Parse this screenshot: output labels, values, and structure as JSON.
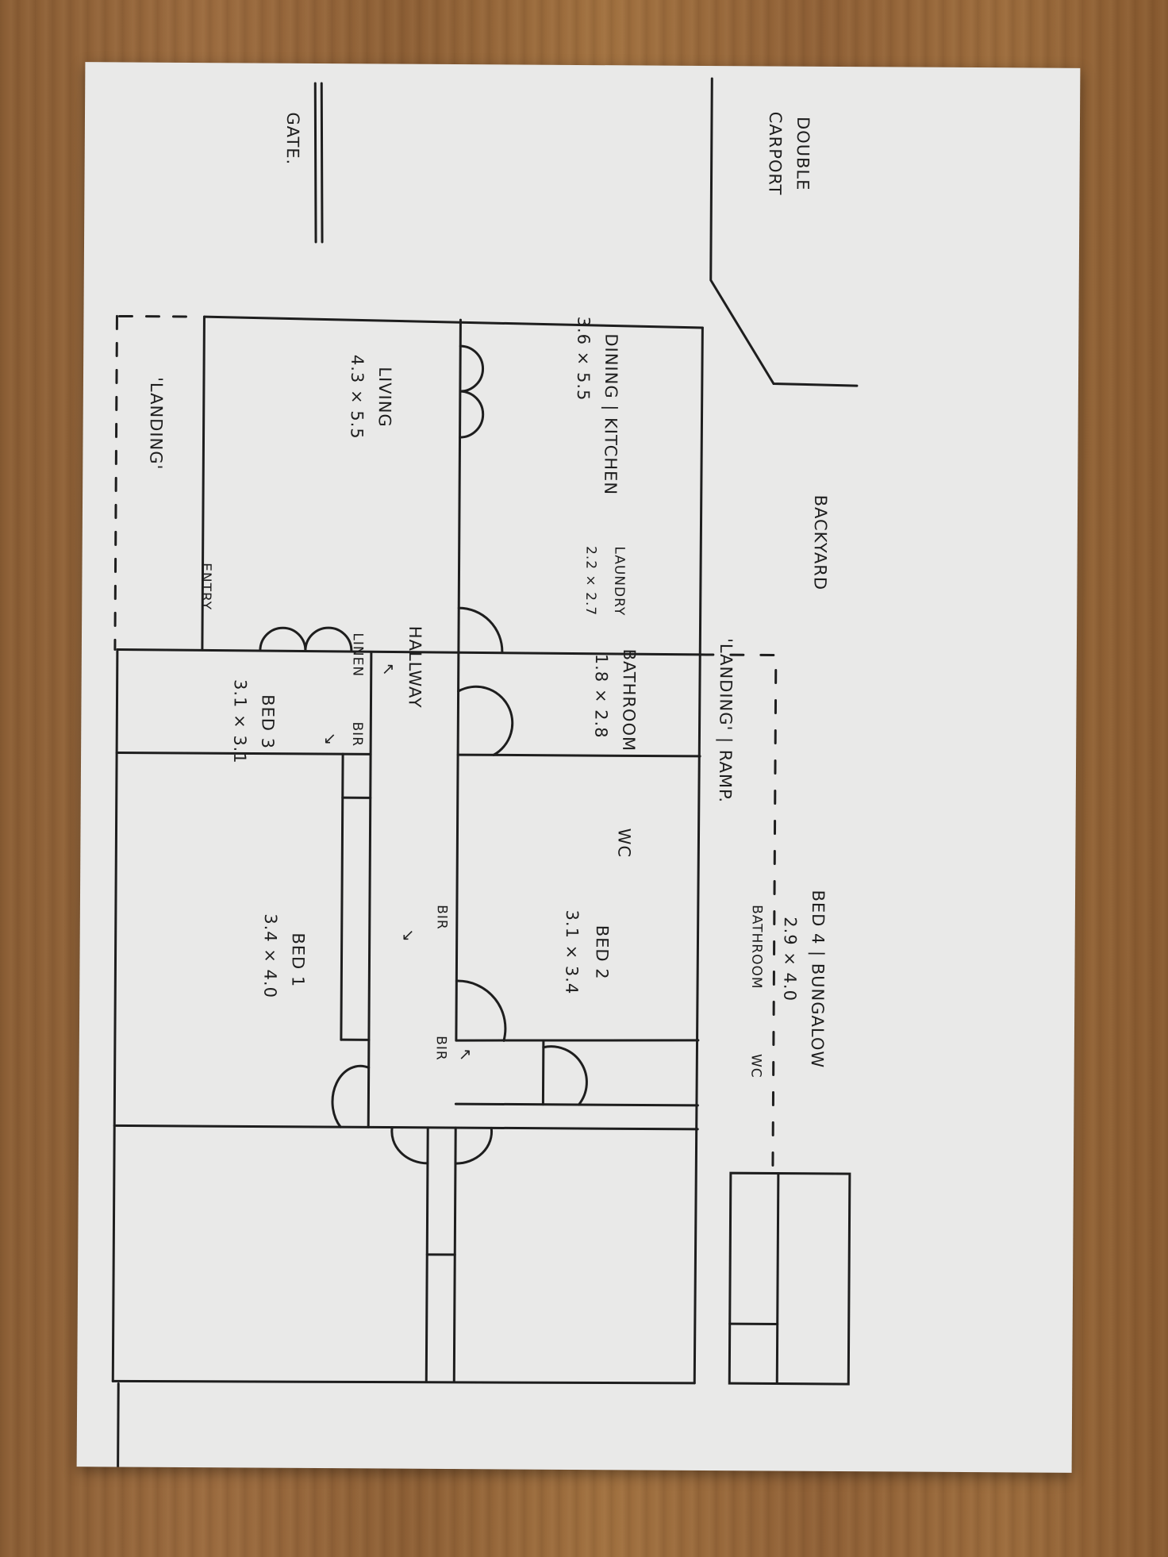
{
  "labels": {
    "double_carport": "DOUBLE",
    "double_carport_2": "CARPORT",
    "gate": "GATE.",
    "landing_left": "'LANDING'",
    "living": "LIVING",
    "living_dim": "4.3 × 5.5",
    "dining_kitchen": "DINING | KITCHEN",
    "dining_kitchen_dim": "3.6 × 5.5",
    "backyard": "BACKYARD",
    "laundry": "LAUNDRY",
    "laundry_dim": "2.2 × 2.7",
    "landing_ramp": "'LANDING' | RAMP.",
    "entry": "ENTRY",
    "hallway": "HALLWAY",
    "linen": "LINEN",
    "bir_a": "BIR",
    "bir_b": "BIR",
    "bir_c": "BIR",
    "bathroom": "BATHROOM",
    "bathroom_dim": "1.8 × 2.8",
    "bed3": "BED 3",
    "bed3_dim": "3.1 × 3.1",
    "wc": "WC",
    "bed2": "BED 2",
    "bed2_dim": "3.1 × 3.4",
    "bed1": "BED 1",
    "bed1_dim": "3.4 × 4.0",
    "bed4": "BED 4 | BUNGALOW",
    "bed4_dim": "2.9 × 4.0",
    "bed4_bathroom": "BATHROOM",
    "bed4_wc": "WC"
  },
  "colors": {
    "ink": "#1e1e1e",
    "paper": "#e9e9e8",
    "wood": "#93643a"
  }
}
